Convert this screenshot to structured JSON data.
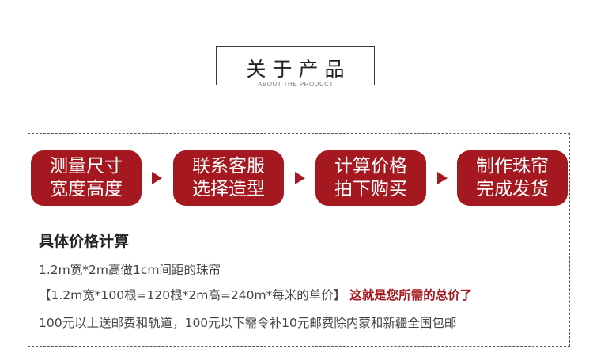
{
  "header": {
    "title": "关于产品",
    "subtitle": "ABOUT THE PRODUCT"
  },
  "steps": [
    {
      "line1": "测量尺寸",
      "line2": "宽度高度"
    },
    {
      "line1": "联系客服",
      "line2": "选择造型"
    },
    {
      "line1": "计算价格",
      "line2": "拍下购买"
    },
    {
      "line1": "制作珠帘",
      "line2": "完成发货"
    }
  ],
  "colors": {
    "accent": "#a5181f",
    "border": "#3a3a3a"
  },
  "icons": [
    "arrow-right-icon"
  ],
  "pricing": {
    "heading": "具体价格计算",
    "example": "1.2m宽*2m高做1cm间距的珠帘",
    "formula": "【1.2m宽*100根=120根*2m高=240m*每米的单价】",
    "formula_highlight": "这就是您所需的总价了",
    "shipping": "100元以上送邮费和轨道，100元以下需令补10元邮费除内蒙和新疆全国包邮"
  }
}
